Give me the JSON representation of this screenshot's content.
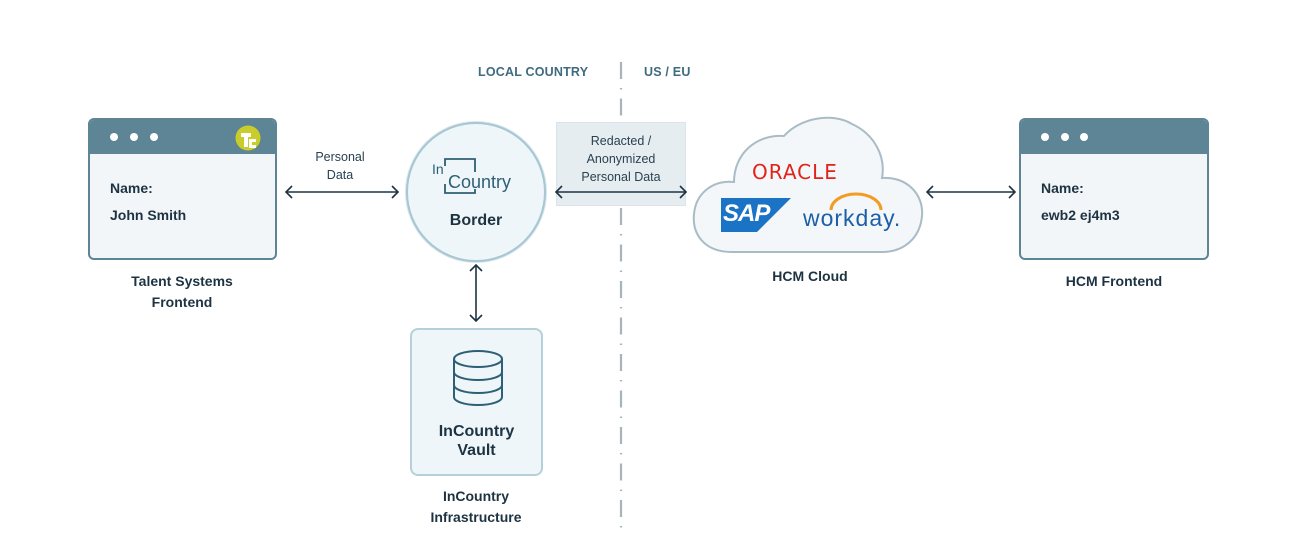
{
  "regions": {
    "left_label": "LOCAL COUNTRY",
    "right_label": "US / EU"
  },
  "talent_frontend": {
    "field_label": "Name:",
    "field_value": "John Smith",
    "badge_text": "TS",
    "caption_line1": "Talent Systems",
    "caption_line2": "Frontend"
  },
  "personal_data_arrow": {
    "label_line1": "Personal",
    "label_line2": "Data"
  },
  "border_node": {
    "logo_in": "In",
    "logo_country": "Country",
    "label": "Border"
  },
  "vault_node": {
    "label_line1": "InCountry",
    "label_line2": "Vault",
    "caption_line1": "InCountry",
    "caption_line2": "Infrastructure"
  },
  "redacted_arrow": {
    "label_line1": "Redacted /",
    "label_line2": "Anonymized",
    "label_line3": "Personal Data"
  },
  "hcm_cloud": {
    "vendors": [
      "ORACLE",
      "SAP",
      "workday."
    ],
    "caption": "HCM Cloud"
  },
  "hcm_frontend": {
    "field_label": "Name:",
    "field_value": "ewb2 ej4m3",
    "caption": "HCM Frontend"
  },
  "colors": {
    "window_bar": "#5e8596",
    "text_dark": "#1d3342",
    "region_label": "#3f6b80",
    "oracle_red": "#e2231a",
    "sap_blue": "#1a73c4",
    "workday_blue": "#1b5fa8",
    "workday_orange": "#f29c23",
    "ts_badge": "#c9cc2a"
  }
}
